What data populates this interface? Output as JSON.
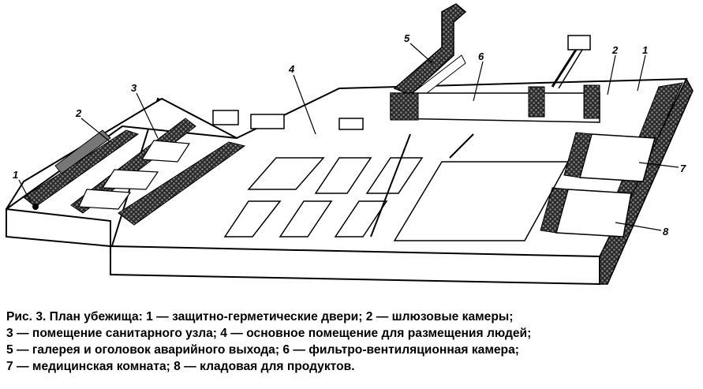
{
  "labels": {
    "l1a": "1",
    "l2": "2",
    "l3": "3",
    "l4": "4",
    "l5": "5",
    "l6": "6",
    "l2b": "2",
    "l1b": "1",
    "l7": "7",
    "l8": "8"
  },
  "caption": "Рис. 3. План убежища: 1 — защитно-герметические двери; 2 — шлюзовые камеры;\n3 — помещение санитарного узла; 4 — основное помещение для размещения людей;\n5 — галерея и оголовок аварийного выхода; 6 — фильтро-вентиляционная камера;\n7 — медицинская комната; 8 — кладовая для продуктов."
}
